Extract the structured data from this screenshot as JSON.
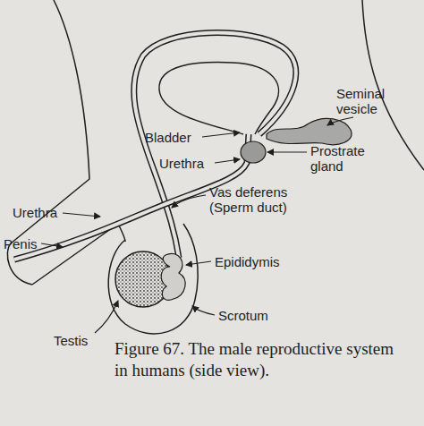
{
  "diagram": {
    "caption": "Figure 67. The male reproductive system in humans (side view).",
    "labels": [
      "Seminal vesicle",
      "Bladder",
      "Prostrate gland",
      "Urethra",
      "Vas deferens (Sperm duct)",
      "Urethra",
      "Penis",
      "Epididymis",
      "Scrotum",
      "Testis"
    ]
  }
}
